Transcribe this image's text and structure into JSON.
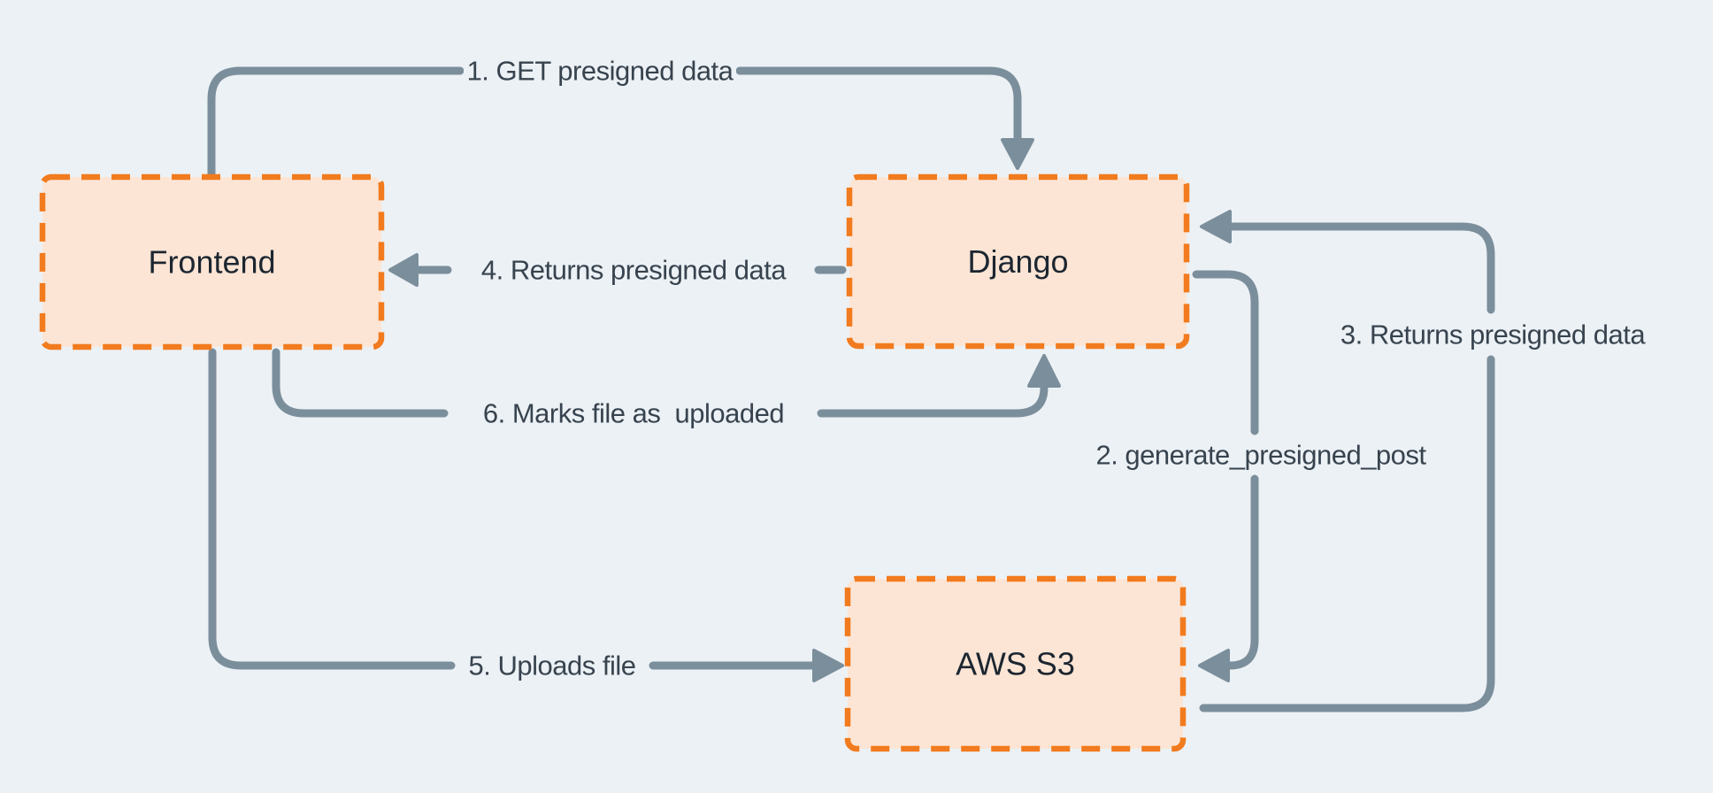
{
  "colors": {
    "background": "#ECF1F5",
    "node_fill": "#FCE5D5",
    "node_border": "#F17B1E",
    "arrow": "#7B8E9B",
    "edge_label_text": "#37434E",
    "node_text": "#1C2630"
  },
  "nodes": [
    {
      "label": "Frontend"
    },
    {
      "label": "Django"
    },
    {
      "label": "AWS S3"
    }
  ],
  "edges": [
    {
      "label": "1. GET presigned data",
      "from": "Frontend",
      "to": "Django"
    },
    {
      "label": "2. generate_presigned_post",
      "from": "Django",
      "to": "AWS S3"
    },
    {
      "label": "3. Returns presigned data",
      "from": "AWS S3",
      "to": "Django"
    },
    {
      "label": "4. Returns presigned data",
      "from": "Django",
      "to": "Frontend"
    },
    {
      "label": "5. Uploads file",
      "from": "Frontend",
      "to": "AWS S3"
    },
    {
      "label": "6. Marks file as  uploaded",
      "from": "Frontend",
      "to": "Django"
    }
  ]
}
